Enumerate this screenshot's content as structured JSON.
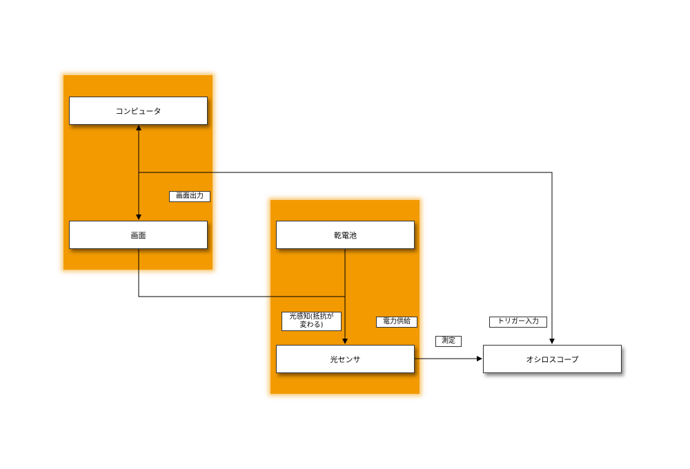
{
  "diagram": {
    "nodes": {
      "computer": "コンピュータ",
      "screen": "画面",
      "battery": "乾電池",
      "light_sensor": "光センサ",
      "oscilloscope": "オシロスコープ"
    },
    "edge_labels": {
      "screen_output": "画面出力",
      "light_detect": "光感知(抵抗が\n変わる)",
      "power_supply": "電力供給",
      "measure": "測定",
      "trigger_input": "トリガー入力"
    },
    "colors": {
      "group_fill": "#f29a00",
      "node_fill": "#ffffff",
      "line": "#000000"
    }
  }
}
